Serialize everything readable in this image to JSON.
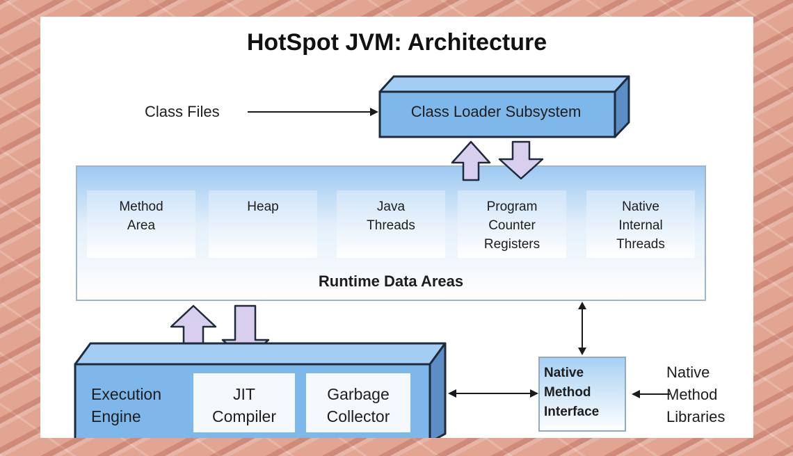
{
  "title": "HotSpot JVM: Architecture",
  "class_files": "Class Files",
  "class_loader": "Class Loader Subsystem",
  "runtime": {
    "areas": [
      "Method\nArea",
      "Heap",
      "Java\nThreads",
      "Program\nCounter\nRegisters",
      "Native\nInternal\nThreads"
    ],
    "label": "Runtime Data Areas"
  },
  "execution_engine": {
    "label": "Execution\nEngine",
    "jit": "JIT\nCompiler",
    "gc": "Garbage\nCollector"
  },
  "native_method_interface": "Native\nMethod\nInterface",
  "native_method_libraries": "Native\nMethod\nLibraries",
  "colors": {
    "box_blue": "#7eb7ea",
    "box_dark": "#5a8ec4",
    "outline": "#1f2a3a",
    "arrow_fill": "#d8ceee",
    "slide_background": "#e1a592"
  }
}
